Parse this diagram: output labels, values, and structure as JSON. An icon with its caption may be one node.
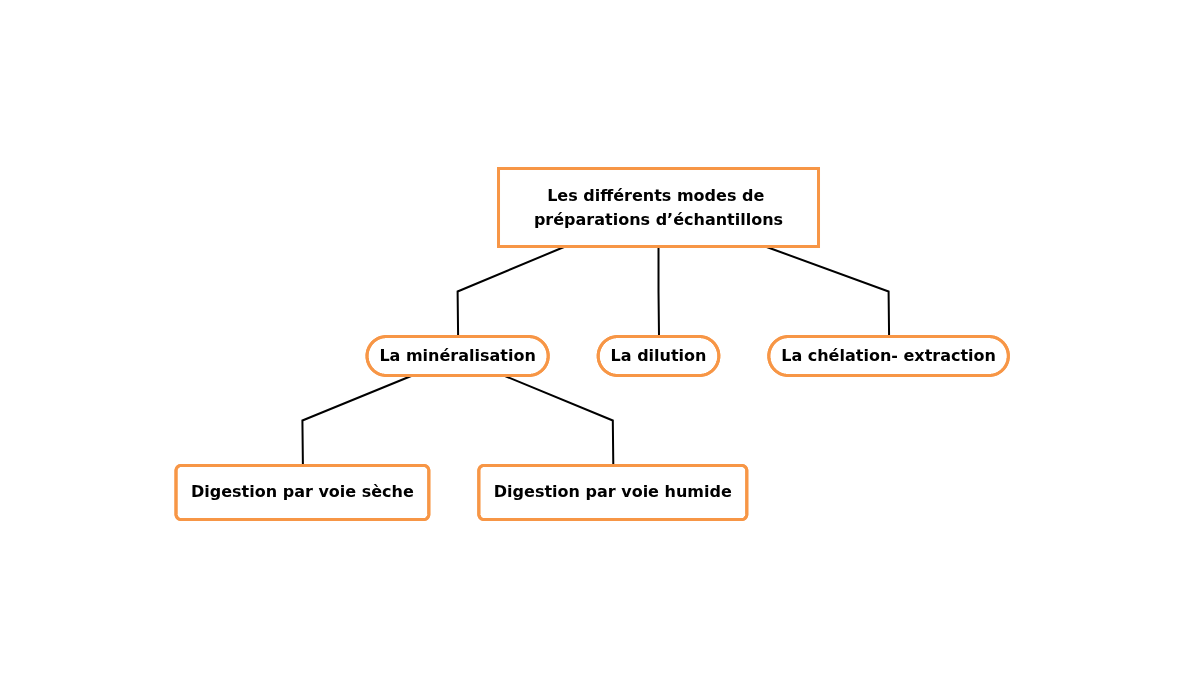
{
  "diagram": {
    "nodes": [
      {
        "text": [
          "Les différents modes de préparations d’échantillons"
        ]
      },
      {
        "text": [
          "La minéralisation"
        ]
      },
      {
        "text": [
          "La dilution"
        ]
      },
      {
        "text": [
          "La chélation- extraction"
        ]
      },
      {
        "text": [
          "Digestion par voie sèche"
        ]
      },
      {
        "text": [
          "Digestion par voie humide"
        ]
      }
    ],
    "edges": [
      {
        "from": 0,
        "to": 1,
        "arrow": "none"
      },
      {
        "from": 0,
        "to": 2,
        "arrow": "none"
      },
      {
        "from": 0,
        "to": 3,
        "arrow": "none"
      },
      {
        "from": 1,
        "to": 4,
        "arrow": "none"
      },
      {
        "from": 1,
        "to": 5,
        "arrow": "none"
      }
    ]
  }
}
